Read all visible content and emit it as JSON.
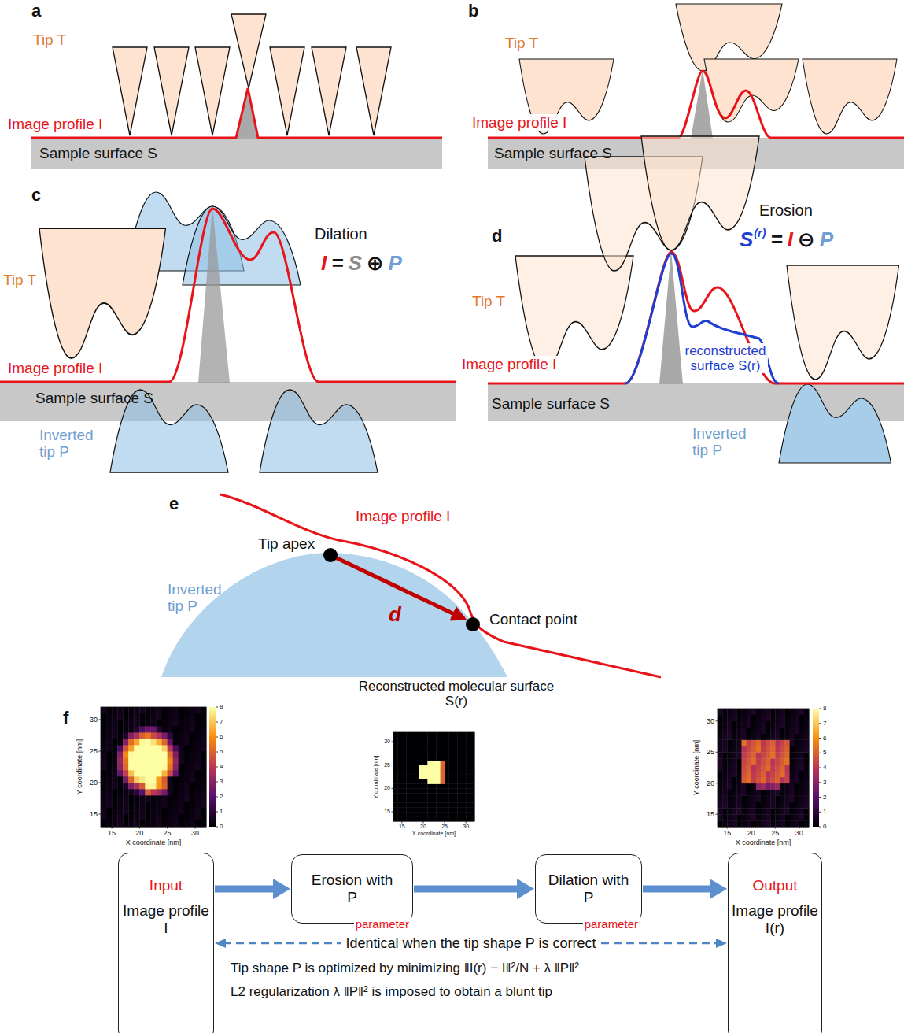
{
  "diagram": {
    "nodes": [
      {
        "text": [
          "Input",
          "Image profile I"
        ]
      },
      {
        "text": [
          "Erosion with P",
          "parameter"
        ]
      },
      {
        "text": [
          "Dilation with P",
          "parameter"
        ]
      },
      {
        "text": [
          "Output",
          "Image profile I(r)"
        ]
      }
    ],
    "edges": [
      {
        "from": 0,
        "to": 1,
        "arrow": "to"
      },
      {
        "from": 1,
        "to": 2,
        "arrow": "to"
      },
      {
        "from": 2,
        "to": 3,
        "arrow": "to"
      },
      {
        "from": 0,
        "to": 3,
        "arrow": "both",
        "label": "Identical when the tip shape P is correct"
      }
    ],
    "labels": [
      "a",
      "Tip T",
      "Image profile I",
      "Sample surface S",
      "b",
      "Tip T",
      "Image profile I",
      "Sample surface S",
      "c",
      "Tip T",
      "Image profile I",
      "Sample surface S",
      "Inverted tip P",
      "Dilation",
      "I",
      "=",
      "S",
      "⊕",
      "P",
      "d",
      "Erosion",
      "S",
      "(r)",
      "=",
      "I",
      "⊖",
      "P",
      "Tip T",
      "Image profile I",
      "reconstructed surface S(r)",
      "Sample surface S",
      "Inverted tip P",
      "e",
      "Image profile I",
      "Tip apex",
      "Inverted tip P",
      "d",
      "Contact point",
      "f",
      "Reconstructed molecular surface S(r)",
      "Tip shape P is optimized by minimizing ‖I(r) − I‖²/N + λ ‖P‖²",
      "L2 regularization λ ‖P‖² is imposed to obtain a blunt tip",
      "Y coordinate [nm]",
      "X coordinate [nm]",
      "15",
      "20",
      "25",
      "30",
      "30",
      "25",
      "20",
      "15",
      "Y coordinate [nm]",
      "X coordinate [nm]",
      "15",
      "20",
      "25",
      "30",
      "30",
      "25",
      "20",
      "15",
      "Y coordinate [nm]",
      "X coordinate [nm]",
      "15",
      "20",
      "25",
      "30",
      "30",
      "25",
      "20",
      "15",
      "8",
      "7",
      "6",
      "5",
      "4",
      "3",
      "2",
      "1",
      "0",
      "8",
      "7",
      "6",
      "5",
      "4",
      "3",
      "2",
      "1",
      "0"
    ]
  }
}
